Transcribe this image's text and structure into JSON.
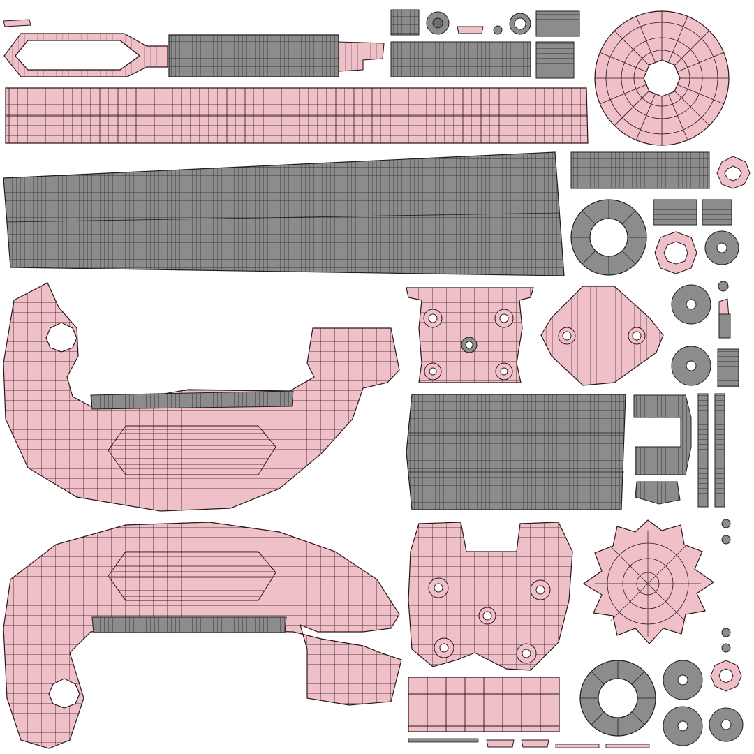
{
  "view": {
    "type": "uv-layout",
    "background": "#ffffff"
  },
  "palette": {
    "face_pink": "#efc0c8",
    "face_gray": "#8c8c8c",
    "wire": "#2a1418",
    "wire_gray": "#1e1e1e"
  },
  "islands": [
    {
      "id": "loop-strap",
      "shade": "pink"
    },
    {
      "id": "handle-grip",
      "shade": "gray"
    },
    {
      "id": "strap-end",
      "shade": "pink"
    },
    {
      "id": "corrugated-band",
      "shade": "pink"
    },
    {
      "id": "long-bellows",
      "shade": "gray"
    },
    {
      "id": "gear-wheel-top",
      "shade": "pink"
    },
    {
      "id": "left-bracket-upper",
      "shade": "pink"
    },
    {
      "id": "left-bracket-lower",
      "shade": "pink"
    },
    {
      "id": "mount-plate",
      "shade": "pink"
    },
    {
      "id": "diamond-plate",
      "shade": "pink"
    },
    {
      "id": "mid-bellows",
      "shade": "gray"
    },
    {
      "id": "saddle-plate",
      "shade": "pink"
    },
    {
      "id": "star-gear",
      "shade": "pink"
    },
    {
      "id": "bottom-strip",
      "shade": "pink"
    },
    {
      "id": "ring-large-upper",
      "shade": "gray"
    },
    {
      "id": "ring-large-lower",
      "shade": "gray"
    },
    {
      "id": "small-rings",
      "shade": "mixed"
    },
    {
      "id": "small-strips",
      "shade": "mixed"
    }
  ]
}
